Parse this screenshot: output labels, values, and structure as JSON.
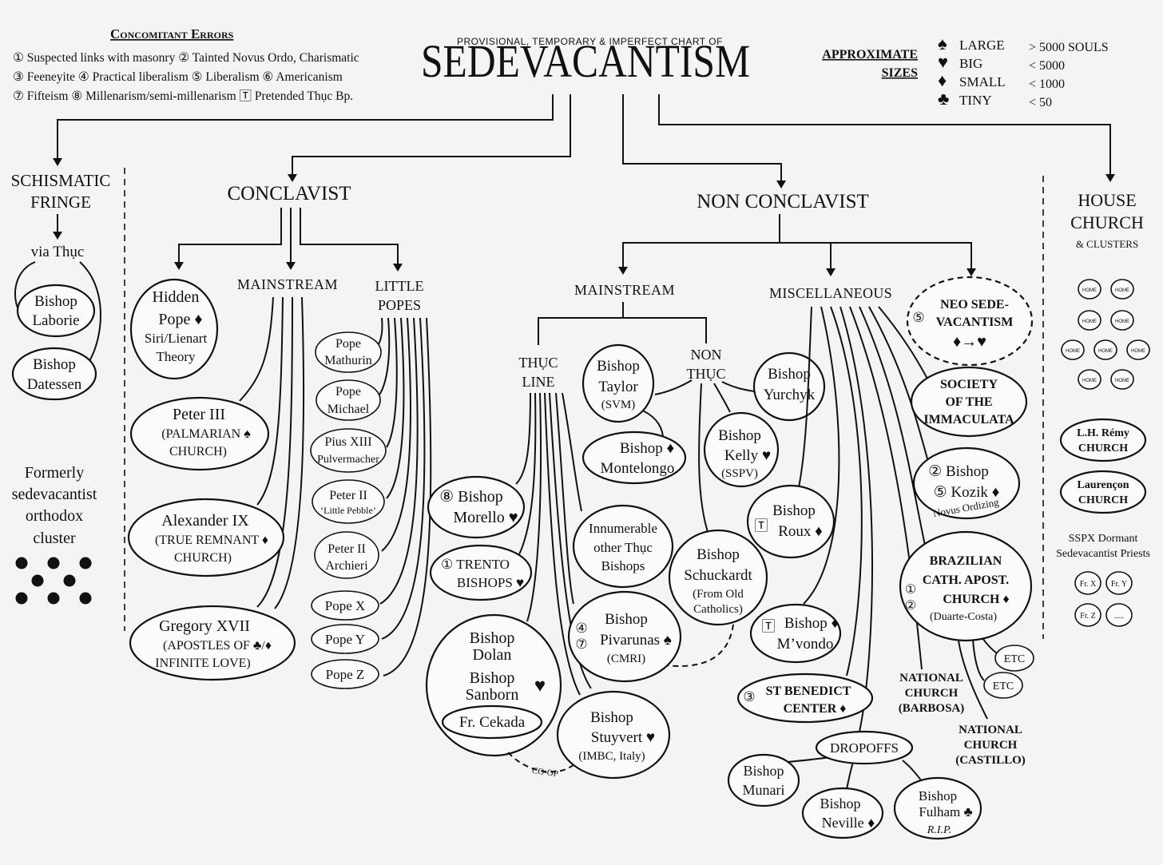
{
  "errors": {
    "title": "Concomitant Errors",
    "lines": [
      "① Suspected links with masonry ② Tainted Novus Ordo, Charismatic",
      "③ Feeneyite ④ Practical liberalism ⑤ Liberalism ⑥ Americanism",
      "⑦ Fifteism ⑧ Millenarism/semi-millenarism 🅃 Pretended Thục Bp."
    ]
  },
  "title": {
    "sub": "PROVISIONAL, TEMPORARY & IMPERFECT CHART OF",
    "main": "SEDEVACANTISM"
  },
  "sizes": {
    "label1": "APPROXIMATE",
    "label2": "SIZES",
    "rows": [
      {
        "sym": "♠",
        "name": "LARGE",
        "val": "> 5000 SOULS"
      },
      {
        "sym": "♥",
        "name": "BIG",
        "val": "< 5000"
      },
      {
        "sym": "♦",
        "name": "SMALL",
        "val": "< 1000"
      },
      {
        "sym": "♣",
        "name": "TINY",
        "val": "< 50"
      }
    ]
  },
  "headers": {
    "schism1": "SCHISMATIC",
    "schism2": "FRINGE",
    "conclavist": "CONCLAVIST",
    "nonconclavist": "NON CONCLAVIST",
    "house1": "HOUSE",
    "house2": "CHURCH",
    "house3": "& CLUSTERS"
  },
  "labels": {
    "via_thuc": "via Thục",
    "mainstream_c": "MAINSTREAM",
    "little1": "LITTLE",
    "little2": "POPES",
    "mainstream_n": "MAINSTREAM",
    "misc": "MISCELLANEOUS",
    "thuc1": "THỤC",
    "thuc2": "LINE",
    "non1": "NON",
    "non2": "THỤC",
    "coop": "CO-OP",
    "formerly": [
      "Formerly",
      "sedevacantist",
      "orthodox",
      "cluster"
    ],
    "sspx1": "SSPX Dormant",
    "sspx2": "Sedevacantist Priests",
    "nat_barbosa": [
      "NATIONAL",
      "CHURCH",
      "(BARBOSA)"
    ],
    "nat_castillo": [
      "NATIONAL",
      "CHURCH",
      "(CASTILLO)"
    ]
  },
  "fringe": {
    "laborie": [
      "Bishop",
      "Laborie"
    ],
    "datessen": [
      "Bishop",
      "Datessen"
    ]
  },
  "conclavist": {
    "hidden": [
      "Hidden",
      "Pope ♦",
      "Siri/Lienart",
      "Theory"
    ],
    "peter3": [
      "Peter III",
      "(PALMARIAN ♠",
      "CHURCH)"
    ],
    "alex9": [
      "Alexander IX",
      "(TRUE REMNANT ♦",
      "CHURCH)"
    ],
    "greg17": [
      "Gregory XVII",
      "(APOSTLES OF ♣/♦",
      "INFINITE LOVE)"
    ]
  },
  "little_popes": [
    [
      "Pope",
      "Mathurin"
    ],
    [
      "Pope",
      "Michael"
    ],
    [
      "Pius XIII",
      "Pulvermacher"
    ],
    [
      "Peter II",
      "‘Little Pebble’"
    ],
    [
      "Peter II",
      "Archieri"
    ],
    [
      "Pope X"
    ],
    [
      "Pope Y"
    ],
    [
      "Pope Z"
    ]
  ],
  "thuc_line": {
    "morello": [
      "⑧ Bishop",
      "Morello ♥"
    ],
    "trento": [
      "① TRENTO",
      "BISHOPS ♥"
    ],
    "dolan": [
      "Bishop",
      "Dolan",
      "Bishop",
      "Sanborn"
    ],
    "dolan_sym": "♥",
    "cekada": "Fr. Cekada",
    "taylor": [
      "Bishop",
      "Taylor",
      "(SVM)"
    ],
    "montelongo": [
      "Bishop ♦",
      "Montelongo"
    ],
    "innumerable": [
      "Innumerable",
      "other Thục",
      "Bishops"
    ],
    "pivarunas": [
      "Bishop",
      "Pivarunas ♠",
      "(CMRI)"
    ],
    "piv_marks": [
      "④",
      "⑦"
    ],
    "stuyvert": [
      "Bishop",
      "Stuyvert ♥",
      "(IMBC, Italy)"
    ]
  },
  "non_thuc": {
    "yurchyk": [
      "Bishop",
      "Yurchyk"
    ],
    "kelly": [
      "Bishop",
      "Kelly ♥",
      "(SSPV)"
    ],
    "schuckardt": [
      "Bishop",
      "Schuckardt",
      "(From Old",
      "Catholics)"
    ]
  },
  "misc": {
    "neo": [
      "NEO SEDE-",
      "VACANTISM",
      "♦→♥"
    ],
    "neo_mark": "⑤",
    "immaculata": [
      "SOCIETY",
      "OF THE",
      "IMMACULATA"
    ],
    "kozik": [
      "② Bishop",
      "⑤  Kozik ♦",
      "Novus Ordizing"
    ],
    "roux": [
      "Bishop",
      "Roux ♦"
    ],
    "roux_mark": "🅃",
    "brazil": [
      "BRAZILIAN",
      "CATH. APOST.",
      "CHURCH ♦",
      "(Duarte-Costa)"
    ],
    "brazil_marks": [
      "①",
      "②"
    ],
    "etc1": "ETC",
    "etc2": "ETC",
    "mvondo": [
      "Bishop ♦",
      "M’vondo"
    ],
    "mvondo_mark": "🅃",
    "benedict": [
      "ST BENEDICT",
      "CENTER ♦"
    ],
    "benedict_mark": "③",
    "dropoffs": "DROPOFFS",
    "munari": [
      "Bishop",
      "Munari"
    ],
    "neville": [
      "Bishop",
      "Neville ♦"
    ],
    "fulham": [
      "Bishop",
      "Fulham ♣",
      "R.I.P."
    ]
  },
  "house": {
    "home": "HOME",
    "remy": [
      "L.H. Rémy",
      "CHURCH"
    ],
    "laurencon": [
      "Laurençon",
      "CHURCH"
    ],
    "priests": [
      "Fr. X",
      "Fr. Y",
      "Fr. Z",
      "....."
    ]
  }
}
